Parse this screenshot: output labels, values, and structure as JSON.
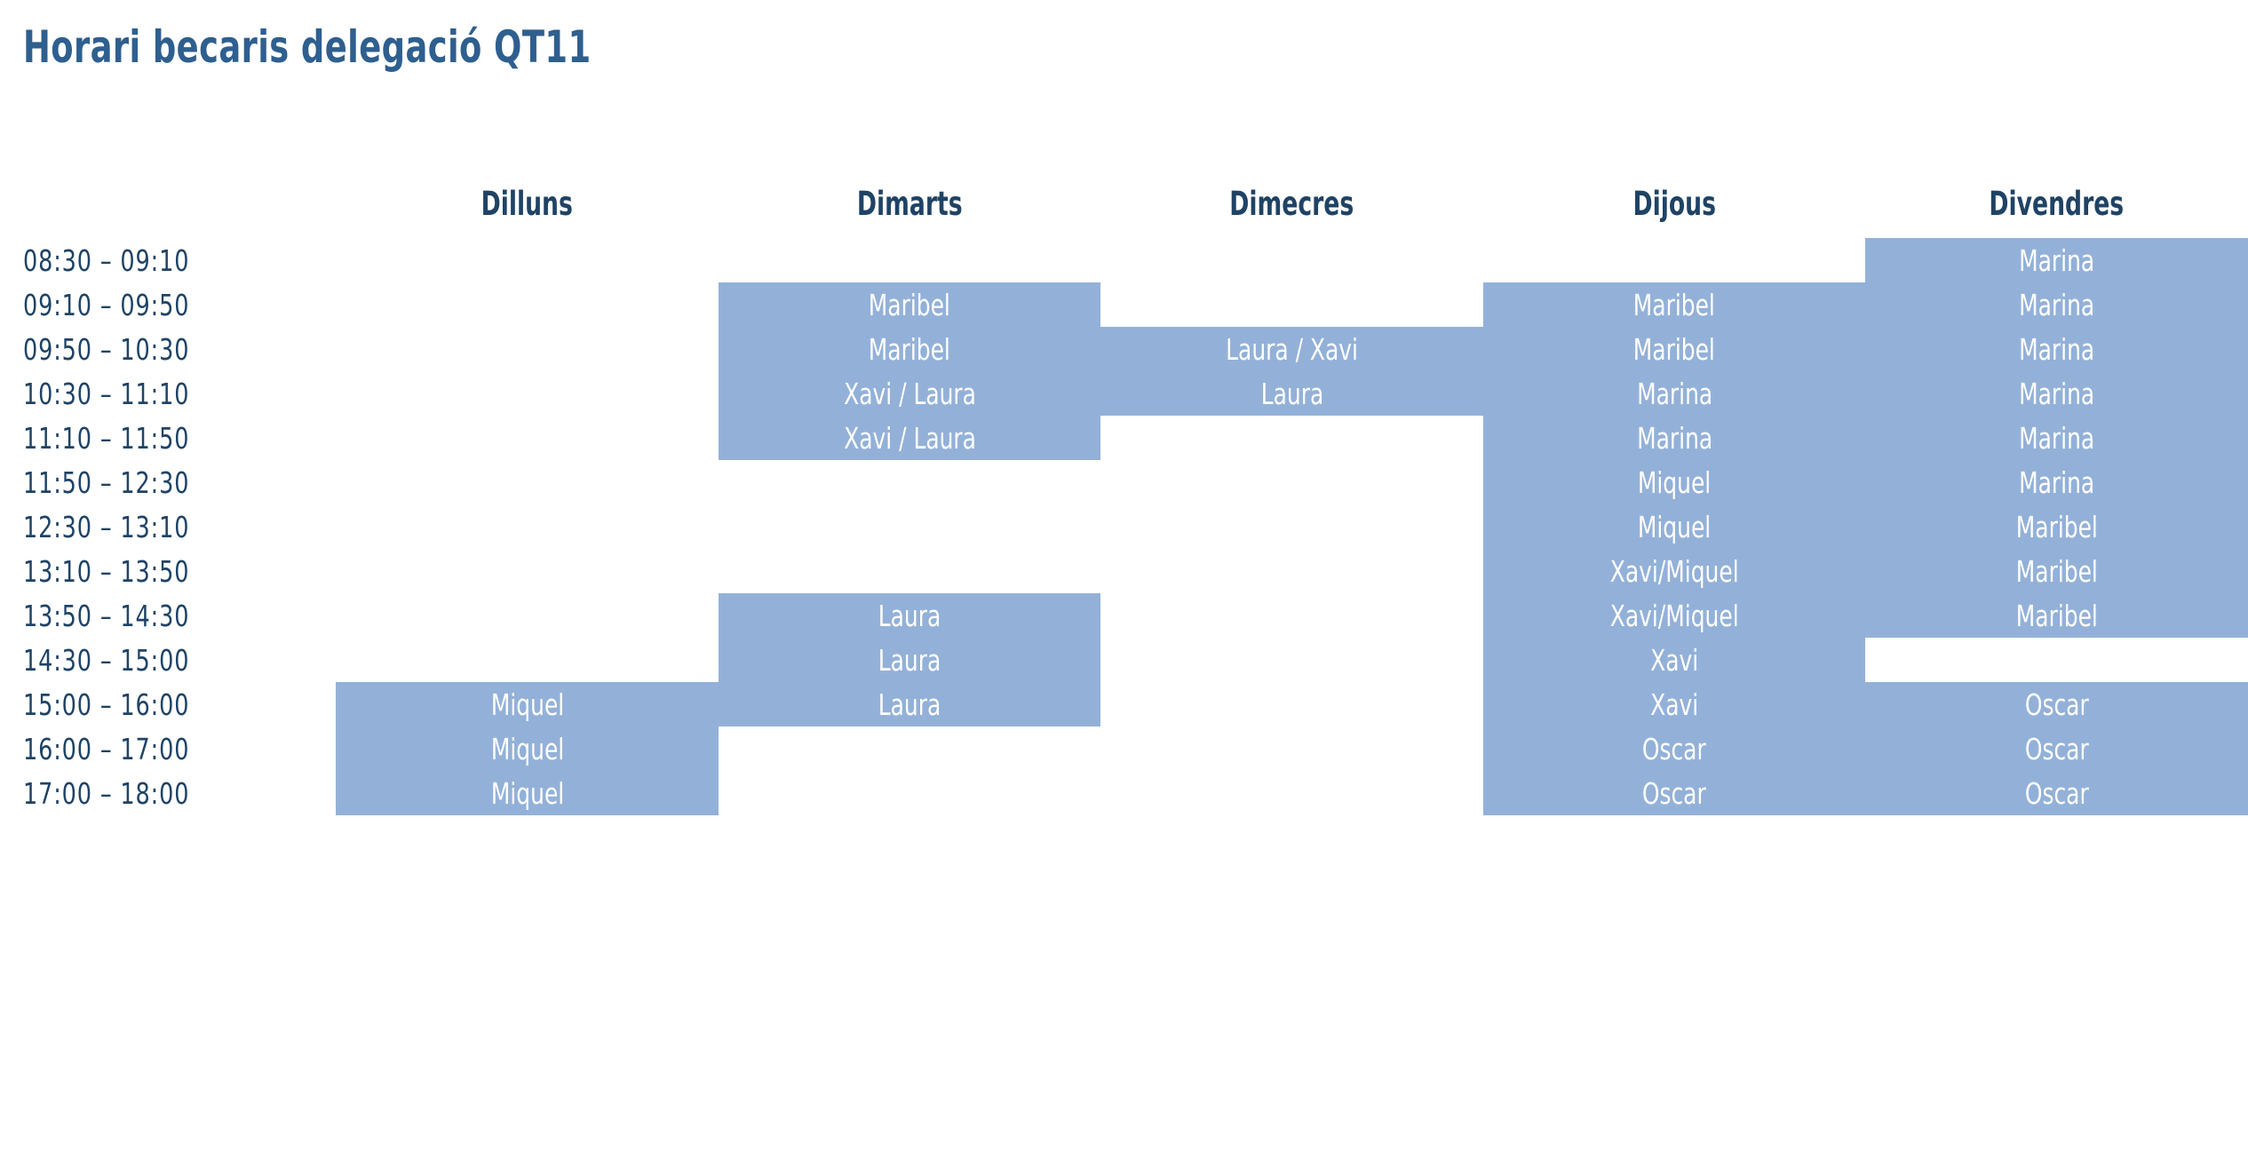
{
  "title": "Horari becaris delegació QT11",
  "colors": {
    "title_blue": "#2e5f8f",
    "label_blue": "#1f4365",
    "slot_fill": "#93b1d8",
    "slot_text": "#ffffff",
    "background": "#ffffff"
  },
  "table": {
    "time_column_header": "",
    "day_headers": [
      "Dilluns",
      "Dimarts",
      "Dimecres",
      "Dijous",
      "Divendres"
    ],
    "time_slots": [
      "08:30  –  09:10",
      "09:10  –  09:50",
      "09:50  –  10:30",
      "10:30  –  11:10",
      "11:10  –  11:50",
      "11:50  –  12:30",
      "12:30  –  13:10",
      "13:10  –  13:50",
      "13:50  –  14:30",
      "14:30  –  15:00",
      "15:00  –  16:00",
      "16:00  –  17:00",
      "17:00  –  18:00"
    ],
    "rows": [
      {
        "time": "08:30  –  09:10",
        "cells": [
          {
            "text": "",
            "filled": false
          },
          {
            "text": "",
            "filled": false
          },
          {
            "text": "",
            "filled": false
          },
          {
            "text": "",
            "filled": false
          },
          {
            "text": "Marina",
            "filled": true
          }
        ]
      },
      {
        "time": "09:10  –  09:50",
        "cells": [
          {
            "text": "",
            "filled": false
          },
          {
            "text": "Maribel",
            "filled": true
          },
          {
            "text": "",
            "filled": false
          },
          {
            "text": "Maribel",
            "filled": true
          },
          {
            "text": "Marina",
            "filled": true
          }
        ]
      },
      {
        "time": "09:50  –  10:30",
        "cells": [
          {
            "text": "",
            "filled": false
          },
          {
            "text": "Maribel",
            "filled": true
          },
          {
            "text": "Laura / Xavi",
            "filled": true
          },
          {
            "text": "Maribel",
            "filled": true
          },
          {
            "text": "Marina",
            "filled": true
          }
        ]
      },
      {
        "time": "10:30  –  11:10",
        "cells": [
          {
            "text": "",
            "filled": false
          },
          {
            "text": "Xavi / Laura",
            "filled": true
          },
          {
            "text": "Laura",
            "filled": true
          },
          {
            "text": "Marina",
            "filled": true
          },
          {
            "text": "Marina",
            "filled": true
          }
        ]
      },
      {
        "time": "11:10  –  11:50",
        "cells": [
          {
            "text": "",
            "filled": false
          },
          {
            "text": "Xavi / Laura",
            "filled": true
          },
          {
            "text": "",
            "filled": false
          },
          {
            "text": "Marina",
            "filled": true
          },
          {
            "text": "Marina",
            "filled": true
          }
        ]
      },
      {
        "time": "11:50  –  12:30",
        "cells": [
          {
            "text": "",
            "filled": false
          },
          {
            "text": "",
            "filled": false
          },
          {
            "text": "",
            "filled": false
          },
          {
            "text": "Miquel",
            "filled": true
          },
          {
            "text": "Marina",
            "filled": true
          }
        ]
      },
      {
        "time": "12:30  –  13:10",
        "cells": [
          {
            "text": "",
            "filled": false
          },
          {
            "text": "",
            "filled": false
          },
          {
            "text": "",
            "filled": false
          },
          {
            "text": "Miquel",
            "filled": true
          },
          {
            "text": "Maribel",
            "filled": true
          }
        ]
      },
      {
        "time": "13:10  –  13:50",
        "cells": [
          {
            "text": "",
            "filled": false
          },
          {
            "text": "",
            "filled": false
          },
          {
            "text": "",
            "filled": false
          },
          {
            "text": "Xavi/Miquel",
            "filled": true
          },
          {
            "text": "Maribel",
            "filled": true
          }
        ]
      },
      {
        "time": "13:50  –  14:30",
        "cells": [
          {
            "text": "",
            "filled": false
          },
          {
            "text": "Laura",
            "filled": true
          },
          {
            "text": "",
            "filled": false
          },
          {
            "text": "Xavi/Miquel",
            "filled": true
          },
          {
            "text": "Maribel",
            "filled": true
          }
        ]
      },
      {
        "time": "14:30  –  15:00",
        "cells": [
          {
            "text": "",
            "filled": false
          },
          {
            "text": "Laura",
            "filled": true
          },
          {
            "text": "",
            "filled": false
          },
          {
            "text": "Xavi",
            "filled": true
          },
          {
            "text": "",
            "filled": false
          }
        ]
      },
      {
        "time": "15:00  –  16:00",
        "cells": [
          {
            "text": "Miquel",
            "filled": true
          },
          {
            "text": "Laura",
            "filled": true
          },
          {
            "text": "",
            "filled": false
          },
          {
            "text": "Xavi",
            "filled": true
          },
          {
            "text": "Oscar",
            "filled": true
          }
        ]
      },
      {
        "time": "16:00  –  17:00",
        "cells": [
          {
            "text": "Miquel",
            "filled": true
          },
          {
            "text": "",
            "filled": false
          },
          {
            "text": "",
            "filled": false
          },
          {
            "text": "Oscar",
            "filled": true
          },
          {
            "text": "Oscar",
            "filled": true
          }
        ]
      },
      {
        "time": "17:00  –  18:00",
        "cells": [
          {
            "text": "Miquel",
            "filled": true
          },
          {
            "text": "",
            "filled": false
          },
          {
            "text": "",
            "filled": false
          },
          {
            "text": "Oscar",
            "filled": true
          },
          {
            "text": "Oscar",
            "filled": true
          }
        ]
      }
    ]
  }
}
